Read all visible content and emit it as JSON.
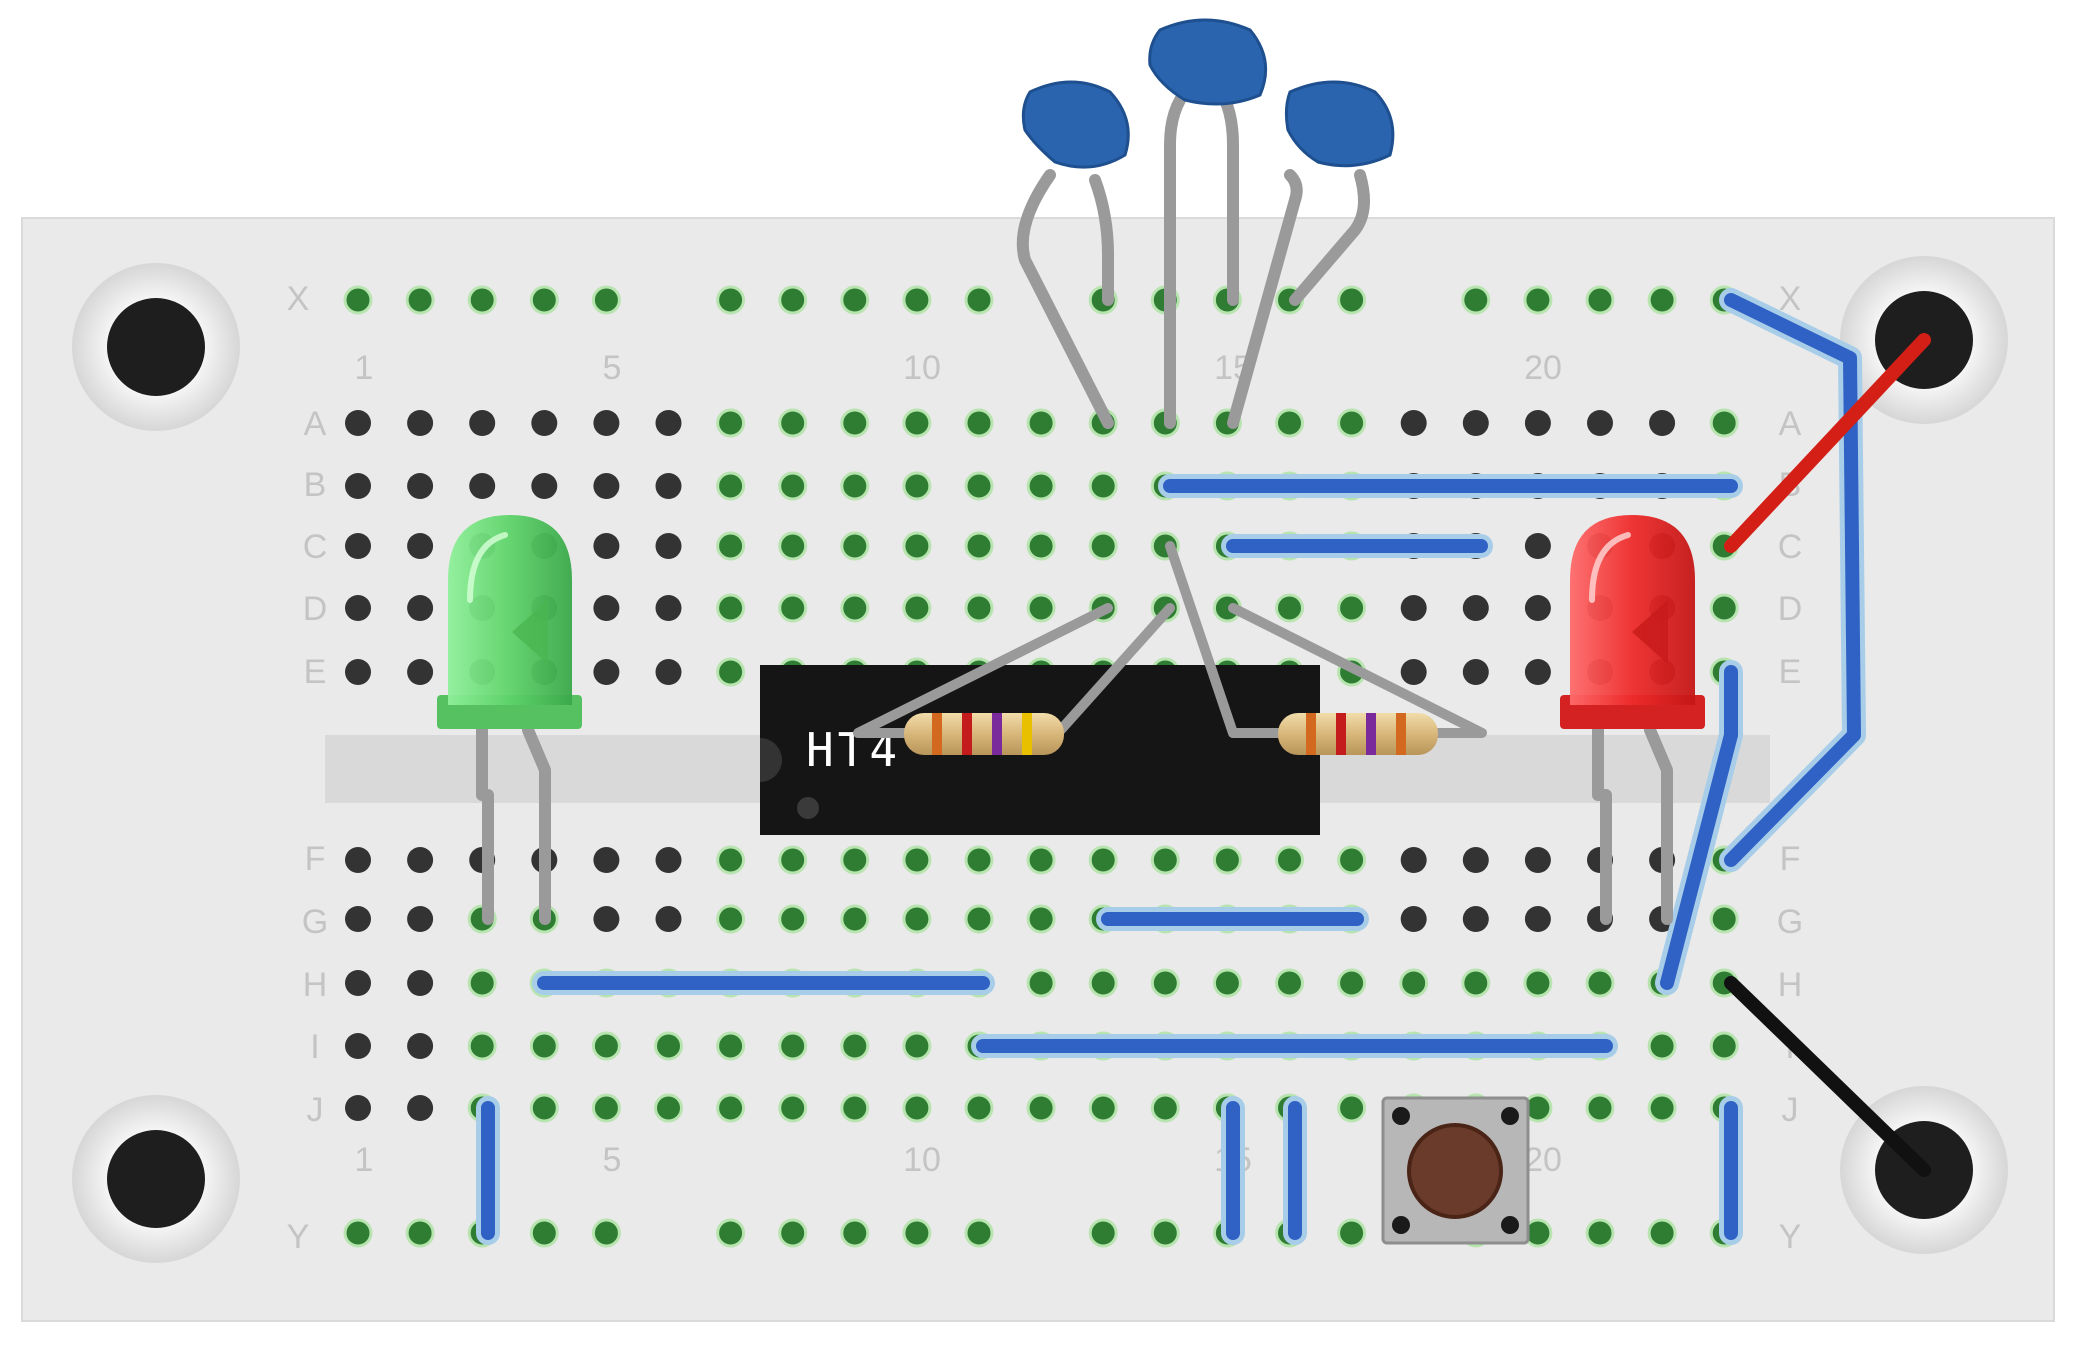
{
  "board": {
    "row_labels": [
      "X",
      "A",
      "B",
      "C",
      "D",
      "E",
      "F",
      "G",
      "H",
      "I",
      "J",
      "Y"
    ],
    "column_numbers": [
      "1",
      "5",
      "10",
      "15",
      "20"
    ]
  },
  "ic": {
    "label": "HT4"
  },
  "colors": {
    "board": "#ebebeb",
    "hole_connected": "#2e7d32",
    "hole_empty": "#333333",
    "wire_blue": "#2f62c4",
    "wire_red": "#d41f16",
    "wire_black": "#111111",
    "led_green": "#5ed36a",
    "led_red": "#ee2b2b",
    "capacitor": "#2b64ae",
    "ic_body": "#151515"
  },
  "components": [
    "green-led",
    "red-led",
    "ic-chip",
    "resistor-1",
    "resistor-2",
    "ceramic-capacitor-1",
    "ceramic-capacitor-2",
    "ceramic-capacitor-3",
    "push-button"
  ]
}
